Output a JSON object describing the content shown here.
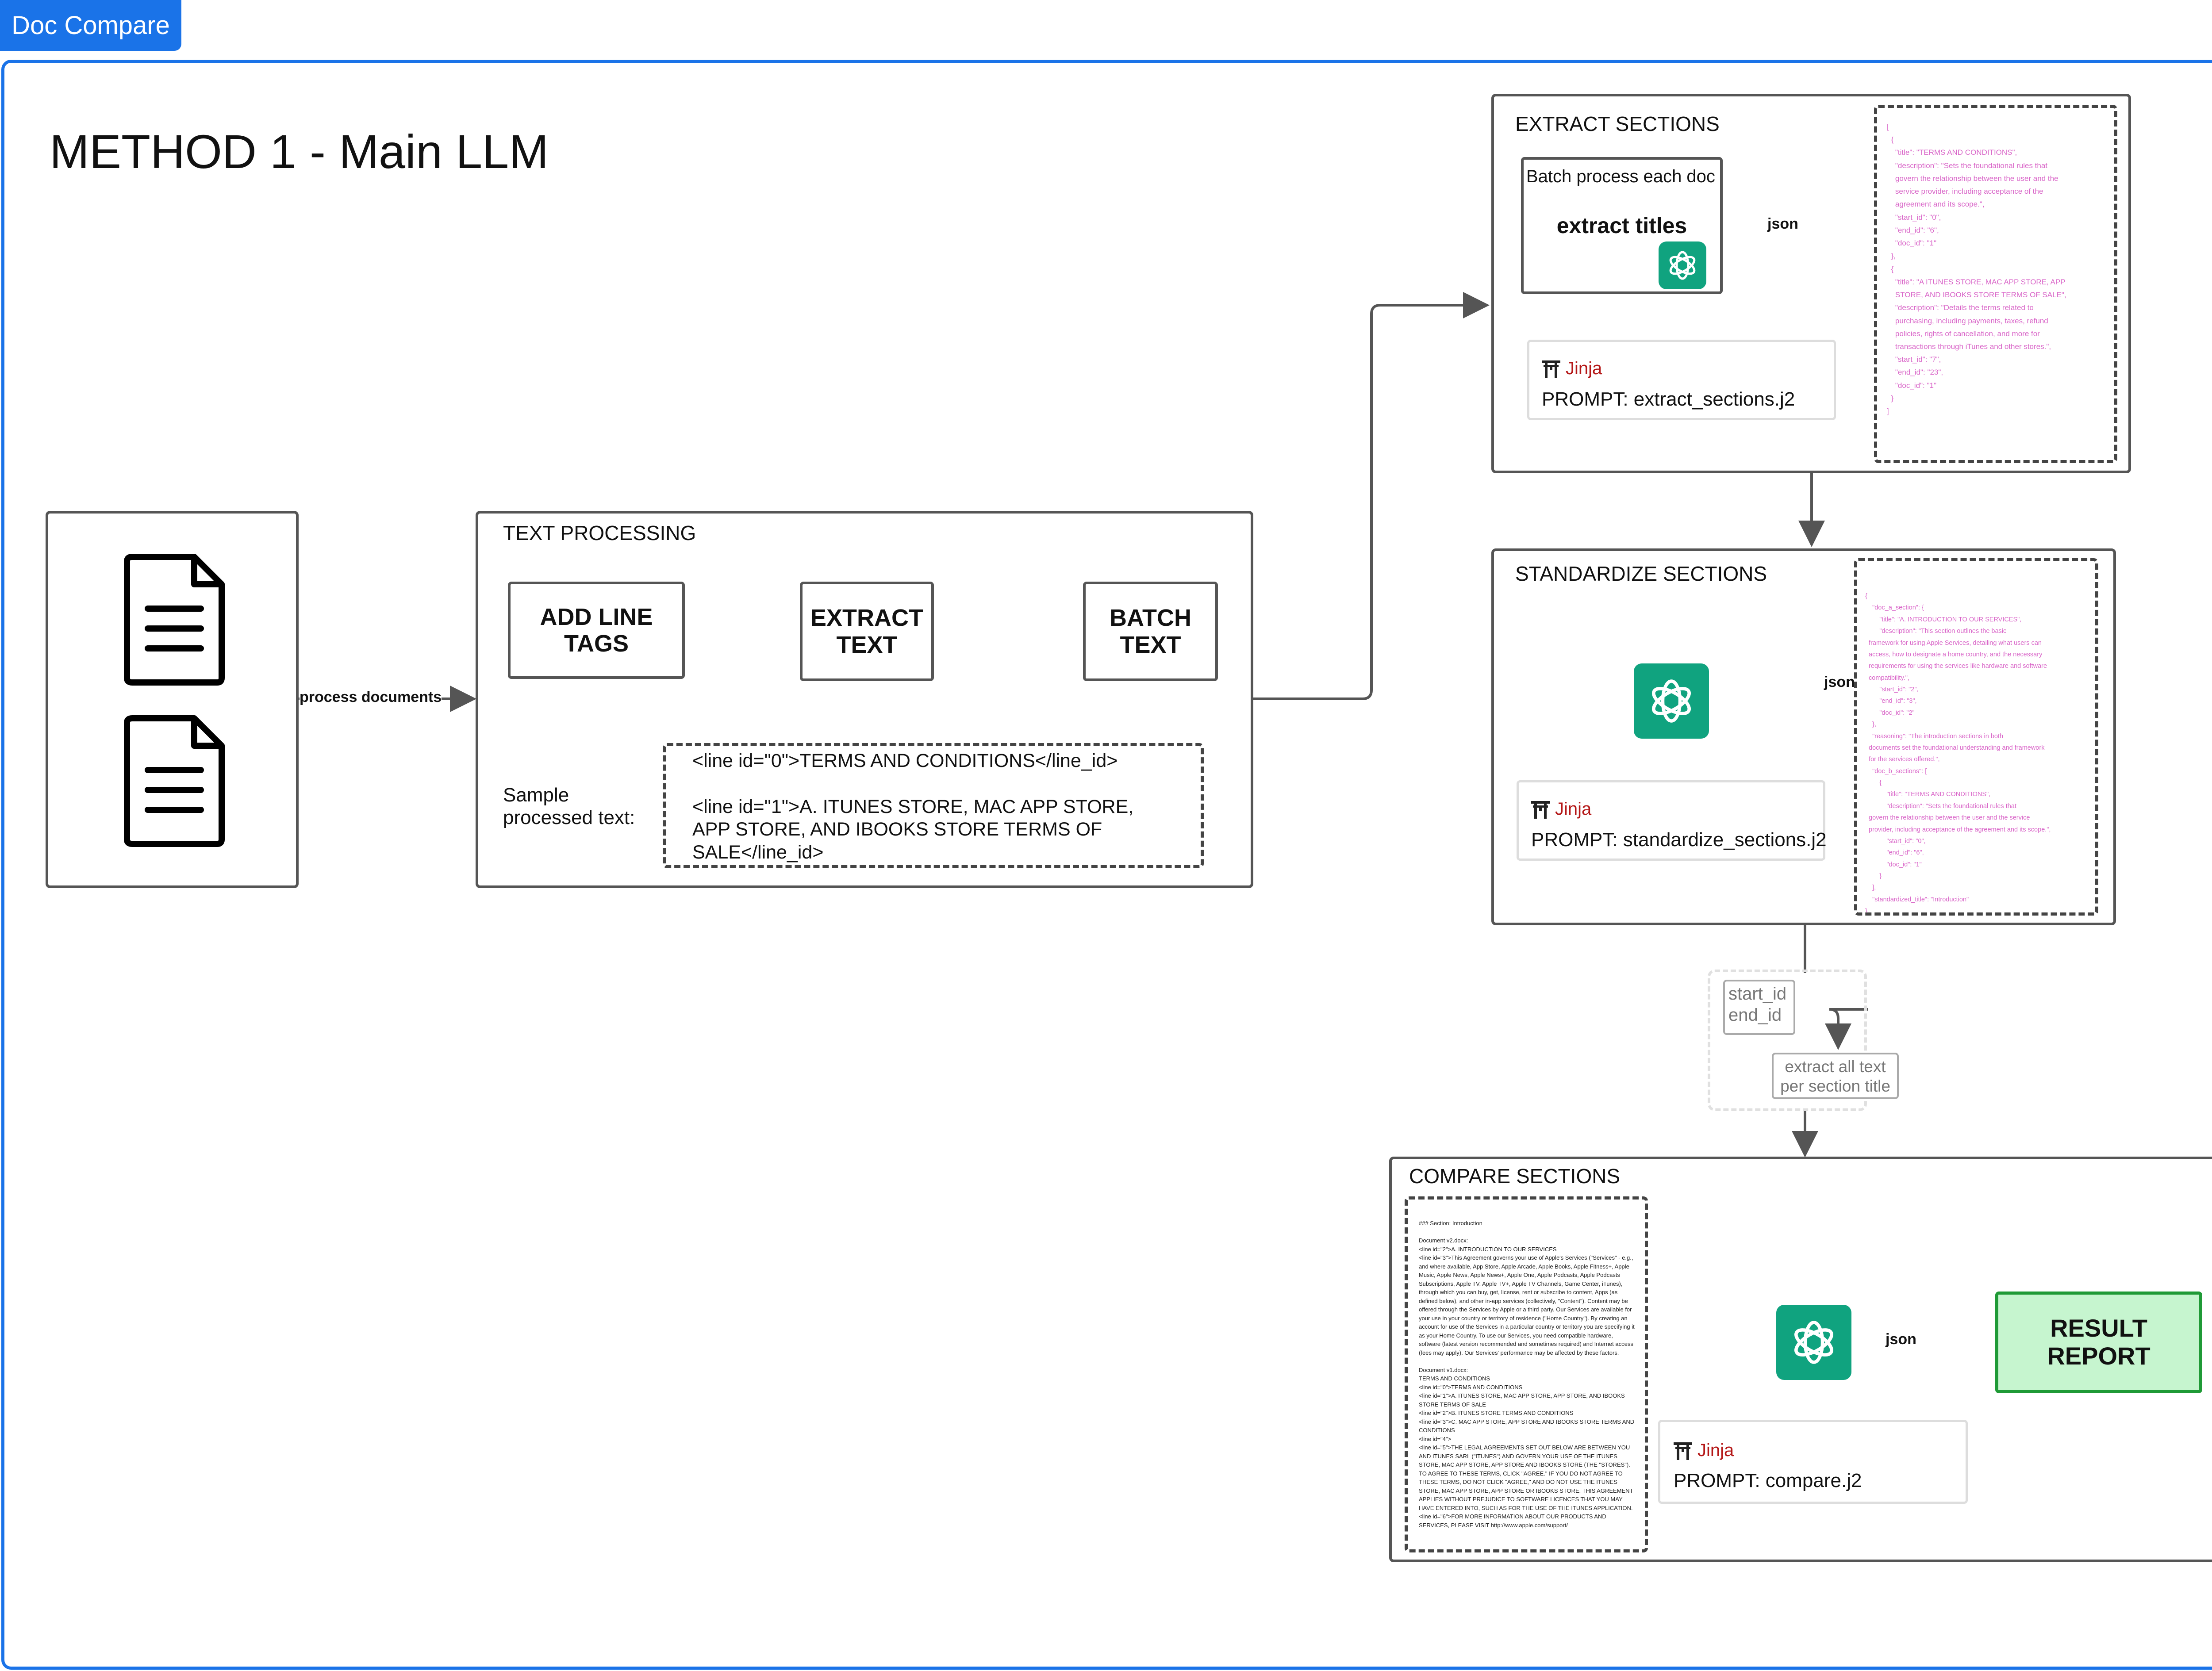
{
  "app": {
    "tab_label": "Doc Compare"
  },
  "title": "METHOD 1 - Main LLM",
  "input": {
    "edge_label": "process documents"
  },
  "text_processing": {
    "label": "TEXT PROCESSING",
    "steps": [
      "ADD LINE TAGS",
      "EXTRACT TEXT",
      "BATCH TEXT"
    ],
    "sample_label": "Sample processed text:",
    "sample_lines": [
      "<line id=\"0\">TERMS AND CONDITIONS</line_id>",
      "<line id=\"1\">A. ITUNES STORE, MAC APP STORE, APP STORE, AND IBOOKS STORE TERMS OF SALE</line_id>"
    ]
  },
  "extract": {
    "label": "EXTRACT SECTIONS",
    "batch_label": "Batch process each doc",
    "step_label": "extract titles",
    "edge_label": "json",
    "jinja": "Jinja",
    "prompt": "PROMPT: extract_sections.j2",
    "json_text": "[\n  {\n    \"title\": \"TERMS AND CONDITIONS\",\n    \"description\": \"Sets the foundational rules that\n    govern the relationship between the user and the\n    service provider, including acceptance of the\n    agreement and its scope.\",\n    \"start_id\": \"0\",\n    \"end_id\": \"6\",\n    \"doc_id\": \"1\"\n  },\n  {\n    \"title\": \"A ITUNES STORE, MAC APP STORE, APP\n    STORE, AND IBOOKS STORE TERMS OF SALE\",\n    \"description\": \"Details the terms related to\n    purchasing, including payments, taxes, refund\n    policies, rights of cancellation, and more for\n    transactions through iTunes and other stores.\",\n    \"start_id\": \"7\",\n    \"end_id\": \"23\",\n    \"doc_id\": \"1\"\n  }\n]"
  },
  "standardize": {
    "label": "STANDARDIZE SECTIONS",
    "edge_label": "json",
    "jinja": "Jinja",
    "prompt": "PROMPT: standardize_sections.j2",
    "json_text": "{\n    \"doc_a_section\": {\n        \"title\": \"A. INTRODUCTION TO OUR SERVICES\",\n        \"description\": \"This section outlines the basic\n  framework for using Apple Services, detailing what users can\n  access, how to designate a home country, and the necessary\n  requirements for using the services like hardware and software\n  compatibility.\",\n        \"start_id\": \"2\",\n        \"end_id\": \"3\",\n        \"doc_id\": \"2\"\n    },\n    \"reasoning\": \"The introduction sections in both\n  documents set the foundational understanding and framework\n  for the services offered.\",\n    \"doc_b_sections\": [\n        {\n            \"title\": \"TERMS AND CONDITIONS\",\n            \"description\": \"Sets the foundational rules that\n  govern the relationship between the user and the service\n  provider, including acceptance of the agreement and its scope.\",\n            \"start_id\": \"0\",\n            \"end_id\": \"6\",\n            \"doc_id\": \"1\"\n        }\n    ],\n    \"standardized_title\": \"Introduction\"\n}"
  },
  "range": {
    "ids": [
      "start_id",
      "end_id"
    ],
    "extract_label": [
      "extract all text",
      "per section title"
    ]
  },
  "compare": {
    "label": "COMPARE SECTIONS",
    "edge_label": "json",
    "jinja": "Jinja",
    "prompt": "PROMPT: compare.j2",
    "result": [
      "RESULT",
      "REPORT"
    ],
    "doc_text": "### Section: Introduction\n\nDocument v2.docx:\n<line id=\"2\">A. INTRODUCTION TO OUR SERVICES\n<line id=\"3\">This Agreement governs your use of Apple's Services (\"Services\" - e.g.,\nand where available, App Store, Apple Arcade, Apple Books, Apple Fitness+, Apple\nMusic, Apple News, Apple News+, Apple One, Apple Podcasts, Apple Podcasts\nSubscriptions, Apple TV, Apple TV+, Apple TV Channels, Game Center, iTunes),\nthrough which you can buy, get, license, rent or subscribe to content, Apps (as\ndefined below), and other in-app services (collectively, \"Content\"). Content may be\noffered through the Services by Apple or a third party. Our Services are available for\nyour use in your country or territory of residence (\"Home Country\"). By creating an\naccount for use of the Services in a particular country or territory you are specifying it\nas your Home Country. To use our Services, you need compatible hardware,\nsoftware (latest version recommended and sometimes required) and Internet access\n(fees may apply). Our Services' performance may be affected by these factors.\n\nDocument v1.docx:\nTERMS AND CONDITIONS\n<line id=\"0\">TERMS AND CONDITIONS\n<line id=\"1\">A. ITUNES STORE, MAC APP STORE, APP STORE, AND IBOOKS\nSTORE TERMS OF SALE\n<line id=\"2\">B. ITUNES STORE TERMS AND CONDITIONS\n<line id=\"3\">C. MAC APP STORE, APP STORE AND IBOOKS STORE TERMS AND\nCONDITIONS\n<line id=\"4\">\n<line id=\"5\">THE LEGAL AGREEMENTS SET OUT BELOW ARE BETWEEN YOU\nAND ITUNES SARL (\"ITUNES\") AND GOVERN YOUR USE OF THE ITUNES\nSTORE, MAC APP STORE, APP STORE AND IBOOKS STORE (THE \"STORES\").\nTO AGREE TO THESE TERMS, CLICK \"AGREE.\" IF YOU DO NOT AGREE TO\nTHESE TERMS, DO NOT CLICK \"AGREE,\" AND DO NOT USE THE ITUNES\nSTORE, MAC APP STORE, APP STORE OR IBOOKS STORE. THIS AGREEMENT\nAPPLIES WITHOUT PREJUDICE TO SOFTWARE LICENCES THAT YOU MAY\nHAVE ENTERED INTO, SUCH AS FOR THE USE OF THE ITUNES APPLICATION.\n<line id=\"6\">FOR MORE INFORMATION ABOUT OUR PRODUCTS AND\nSERVICES, PLEASE VISIT http://www.apple.com/support/"
  },
  "colors": {
    "accent": "#1a73e8",
    "gpt": "#10a37f",
    "result_fill": "#c6f5cf",
    "result_border": "#1f9a36",
    "jinja": "#b41717",
    "json_key": "#3dbf9f",
    "json_value": "#d965c8"
  },
  "icons": [
    "document-icon",
    "openai-logo-icon",
    "jinja-torii-icon"
  ]
}
